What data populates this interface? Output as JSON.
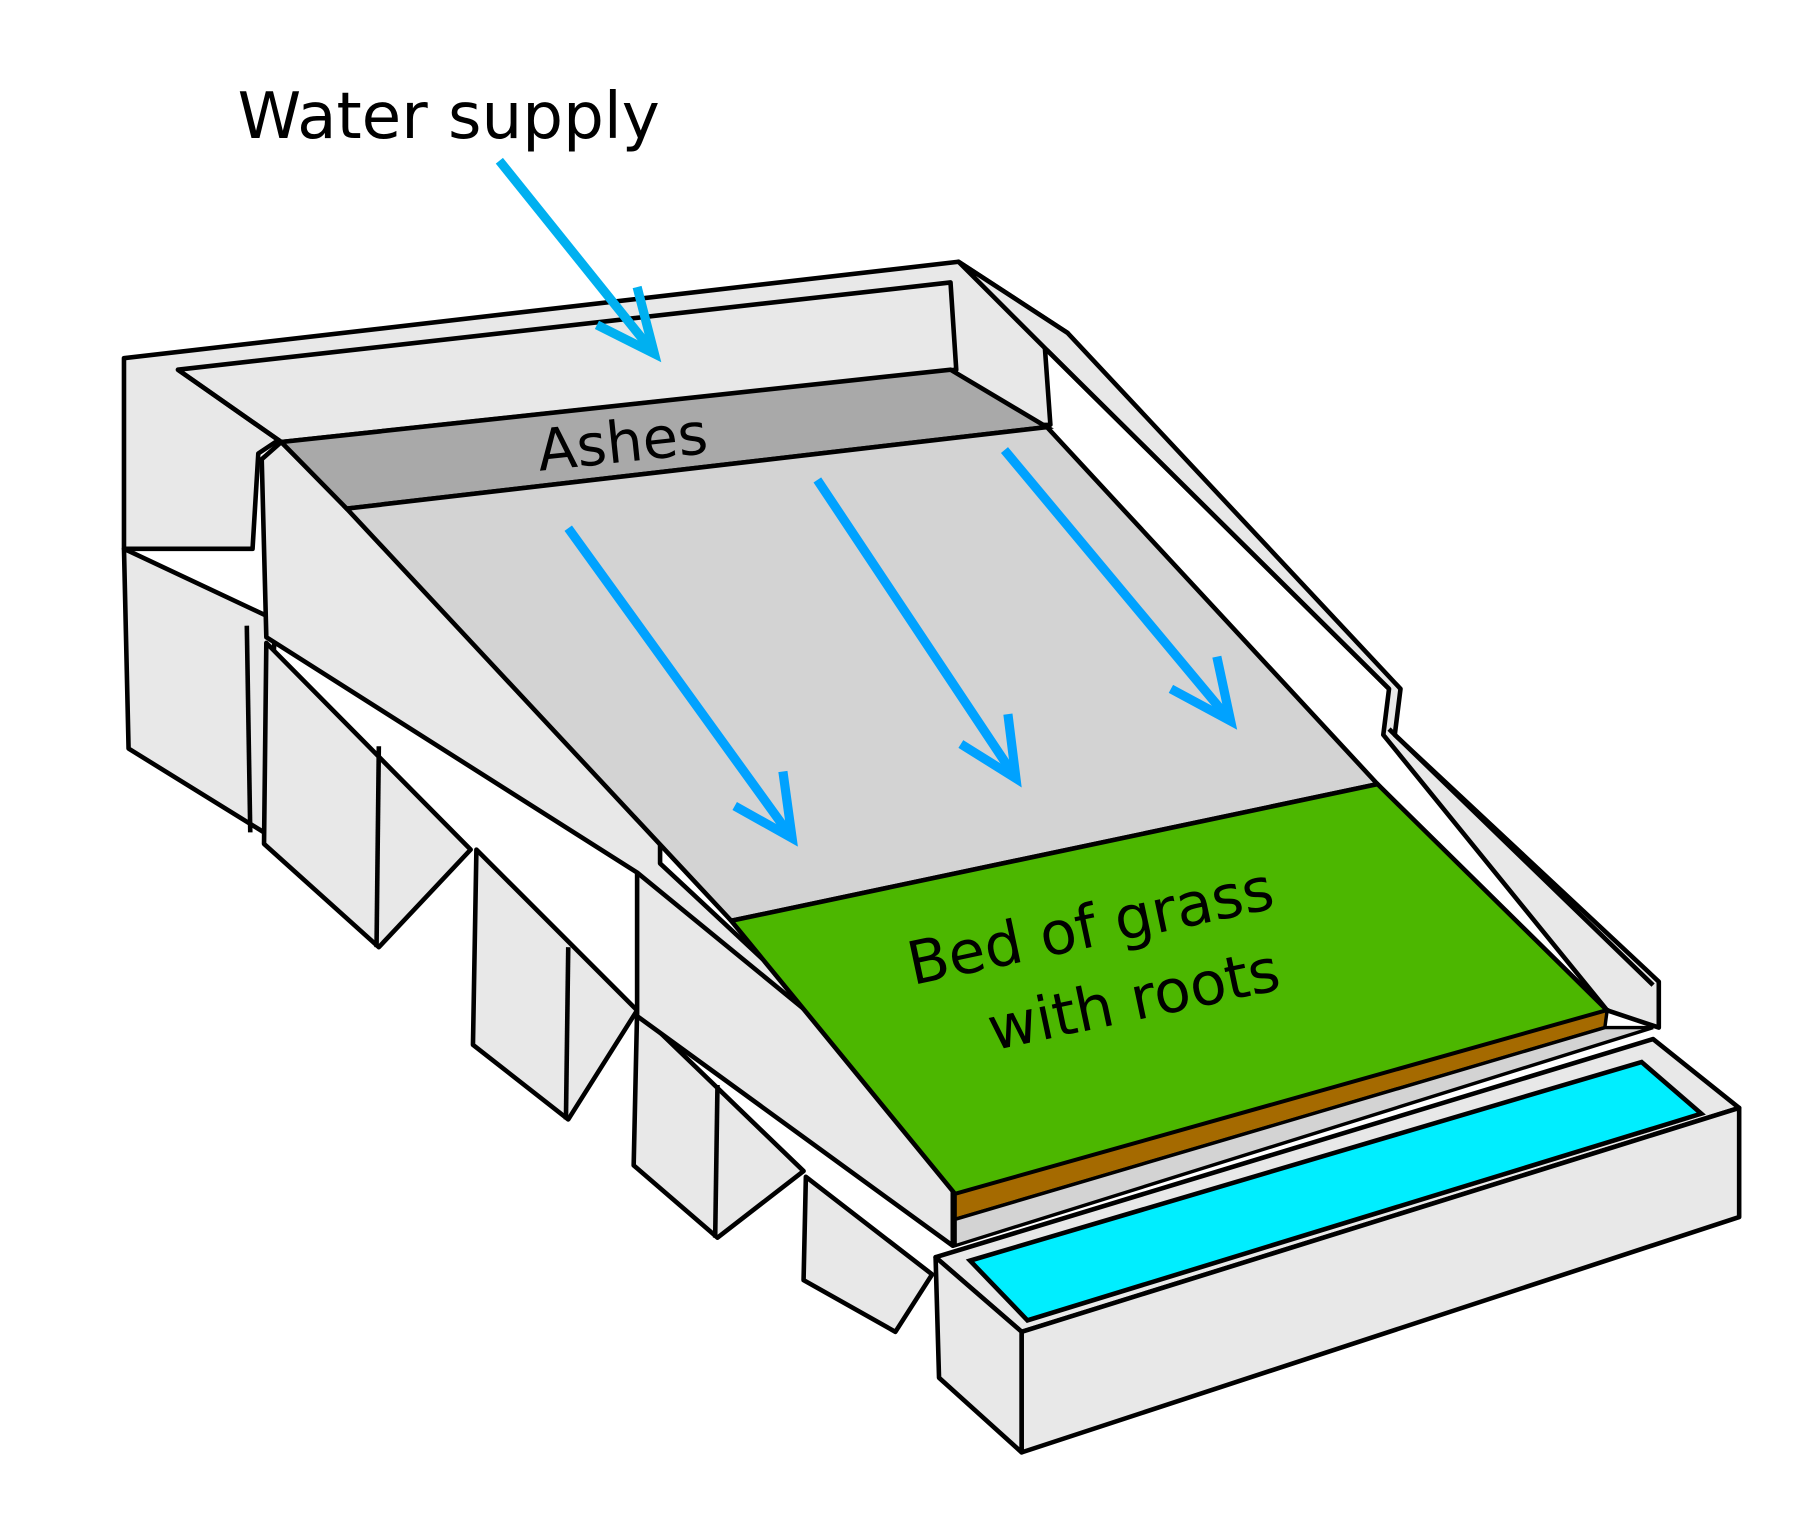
{
  "diagram": {
    "labels": {
      "water_supply": "Water supply",
      "ashes": "Ashes",
      "bed_line1": "Bed of grass",
      "bed_line2": "with roots"
    },
    "colors": {
      "frame": "#e8e8e8",
      "ashes": "#a9a9a9",
      "slope": "#d3d3d3",
      "grass": "#4cb700",
      "soil": "#a56a00",
      "water": "#00eeff",
      "arrow_light": "#00b0f0",
      "arrow": "#00a2ff"
    },
    "flow_arrows": [
      "water-supply-arrow",
      "flow-arrow-left",
      "flow-arrow-middle",
      "flow-arrow-right"
    ]
  }
}
